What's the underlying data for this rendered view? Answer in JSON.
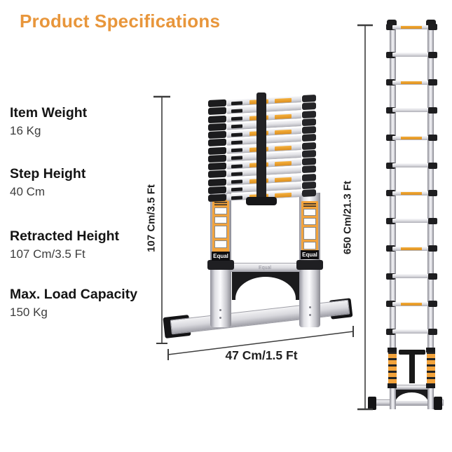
{
  "title": "Product Specifications",
  "colors": {
    "accent_orange": "#E8963B",
    "sticker_orange": "#F2A33C",
    "dim_line": "#3D3D3D"
  },
  "specs": [
    {
      "label": "Item Weight",
      "value": "16 Kg"
    },
    {
      "label": "Step Height",
      "value": "40 Cm"
    },
    {
      "label": "Retracted Height",
      "value": "107 Cm/3.5 Ft"
    },
    {
      "label": "Max. Load Capacity",
      "value": "150 Kg"
    }
  ],
  "retracted_ladder": {
    "brand": "Equal",
    "crossbar_text": "Equal",
    "stack_rows": 13,
    "height_dim": "107 Cm/3.5 Ft",
    "width_dim": "47 Cm/1.5 Ft"
  },
  "extended_ladder": {
    "rungs": 12,
    "height_dim": "650 Cm/21.3 Ft"
  }
}
